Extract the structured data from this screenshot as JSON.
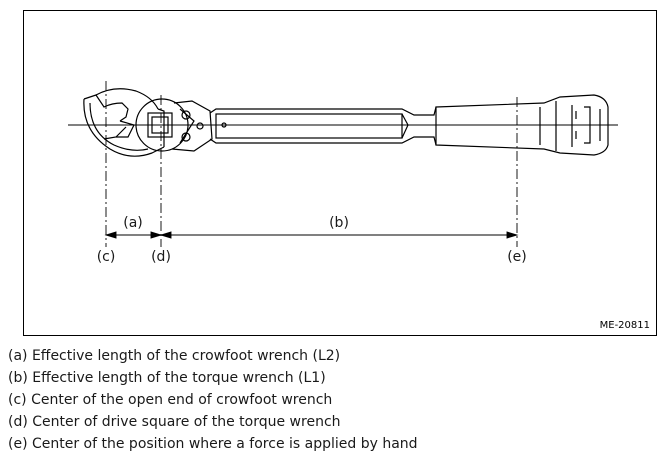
{
  "figure": {
    "code": "ME-20811",
    "dimension_labels": {
      "a": "(a)",
      "b": "(b)"
    },
    "point_labels": {
      "c": "(c)",
      "d": "(d)",
      "e": "(e)"
    }
  },
  "legend": [
    "(a) Effective length of the crowfoot wrench (L2)",
    "(b) Effective length of the torque wrench (L1)",
    "(c) Center of the open end of crowfoot wrench",
    "(d) Center of drive square of the torque wrench",
    "(e) Center of the position where a force is applied by hand"
  ]
}
